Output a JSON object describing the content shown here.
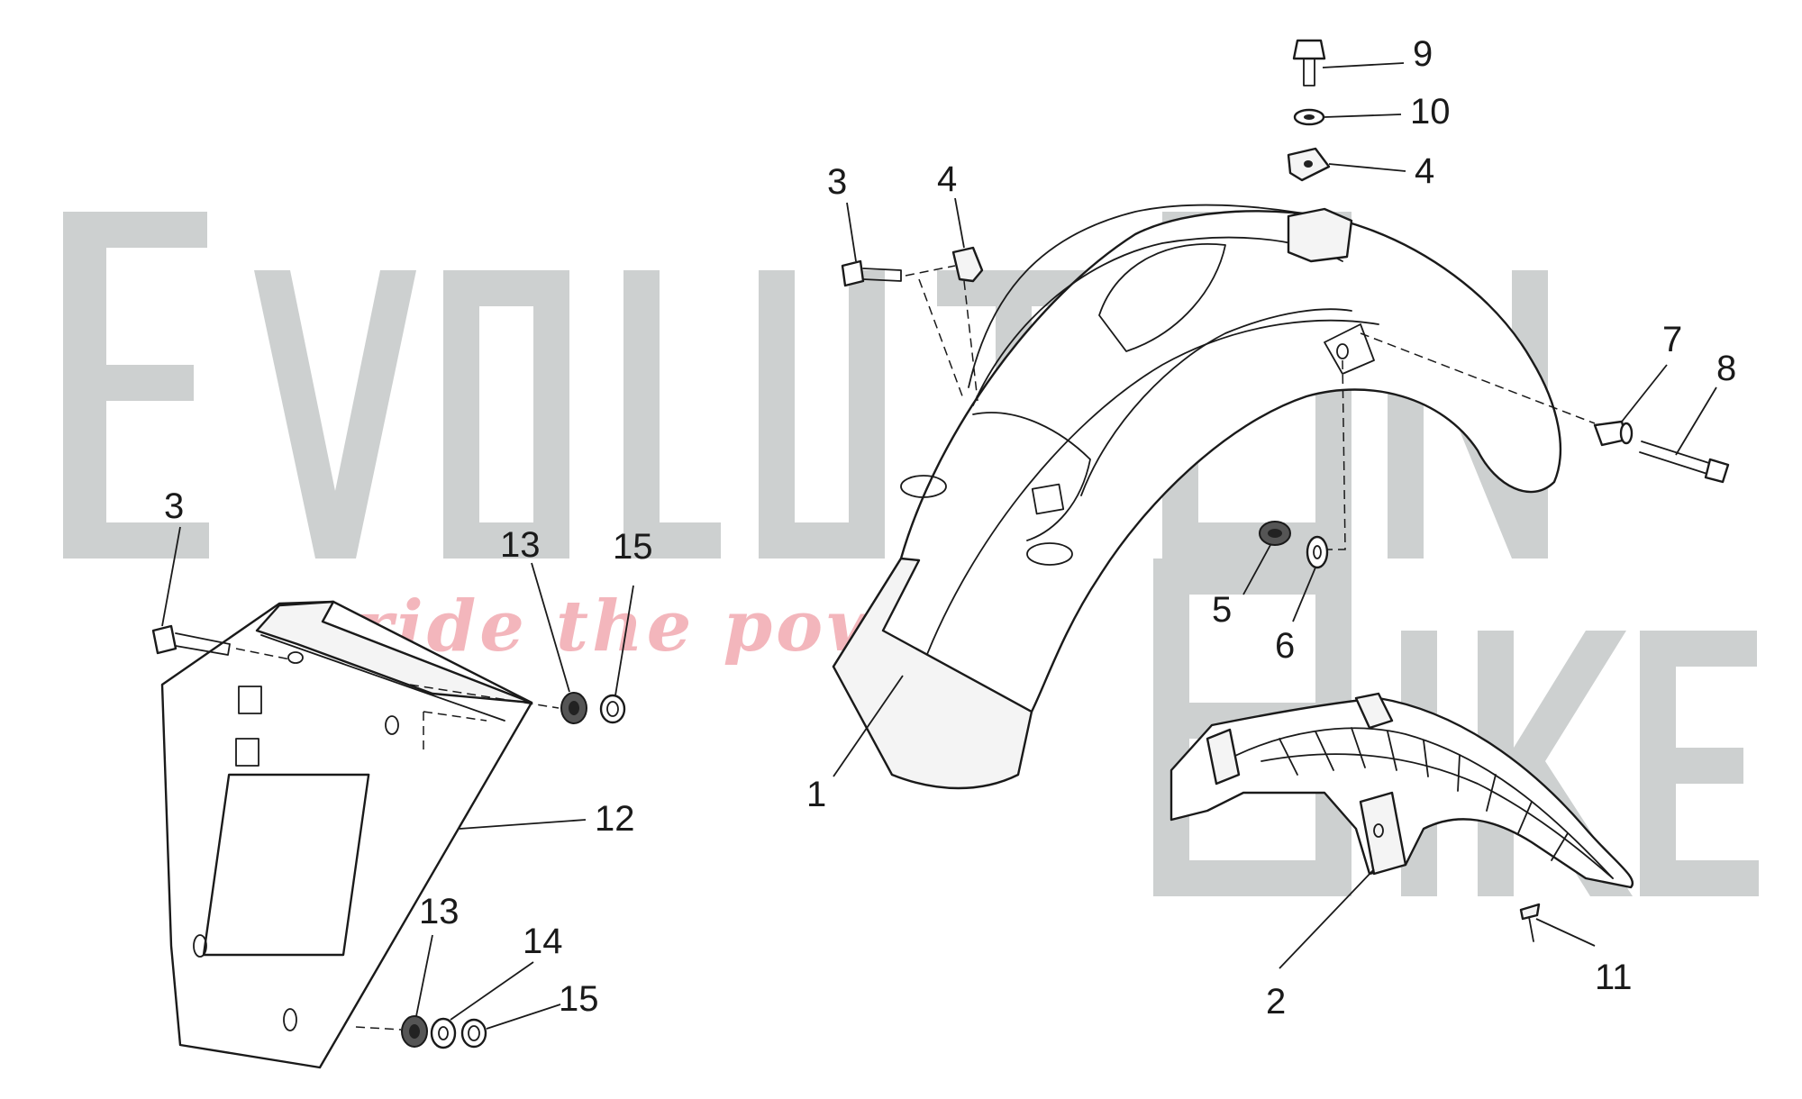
{
  "watermark": {
    "brand_line1": "EvolutiOn",
    "brand_line2": "Bike",
    "tagline": "ride the power",
    "color": "#cdd0d0",
    "tagline_color": "#f3b6bc"
  },
  "callouts": {
    "c1": "1",
    "c2": "2",
    "c3a": "3",
    "c3b": "3",
    "c4a": "4",
    "c4b": "4",
    "c5": "5",
    "c6": "6",
    "c7": "7",
    "c8": "8",
    "c9": "9",
    "c10": "10",
    "c11": "11",
    "c12": "12",
    "c13a": "13",
    "c13b": "13",
    "c14": "14",
    "c15a": "15",
    "c15b": "15"
  }
}
